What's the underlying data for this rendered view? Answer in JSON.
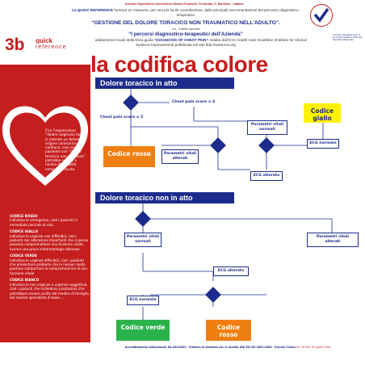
{
  "header": {
    "org": "Azienda Ospedaliera Universitaria Vittorio Emanuele, Ferrarotto, S. Bambino - Catania",
    "line1_brand": "La QUICK REFERENCE",
    "line1_text": "fornisce un riassunto, per una più facile consultazione, delle principali raccomandazioni del percorso diagnostico-terapeutico",
    "line2": "“GESTIONE DEL DOLORE TORACICO NON TRAUMATICO NELL’ADULTO”.",
    "line3": "4 n. 3 della raccolta",
    "line4": "“I percorsi diagnostico-terapeutici dell’Azienda”",
    "line5_a": "Esso costituisce l’adattamento locale della linea guida",
    "line5_b": "“DIAGNOSIS OF CHEST PAIN”",
    "line5_c": "redatta dall’ICSI Health Care Guideline (Institute for Clinical Systems Improvement) pubblicata nel sito http://www.icsi.org"
  },
  "logo": {
    "number": "3b",
    "quick": "quick",
    "reference": "reference"
  },
  "badge_note": "A tutela ospedaliera per le Sicurezza Sistema della rete Ospedale Regionale",
  "title": "la codifica colore",
  "heart_text": "Con l’espressione “dolore anginoso tipico” si intende un dolore di origine coronarica cardiaca, così come il paziente con “dolore toracico non anginoso” potrebbe essere a rischio di malattie coronarica acuta.",
  "codes": [
    {
      "title": "CODICE ROSSO",
      "text": "individua le emergenze, cioè i pazienti in immediato pericolo di vita"
    },
    {
      "title": "CODICE GIALLO",
      "text": "individua le urgenze non differibili, cioè i pazienti con alterazioni importanti che si pensa possano compromettere una funzione vitale, ovvero una grave sintomatologia dolorosa"
    },
    {
      "title": "CODICE VERDE",
      "text": "individua le urgenze differibili, cioè i pazienti che presentano problemi che in nessun modo possono comportare la compromissione di una funzione vitale"
    },
    {
      "title": "CODICE BIANCO",
      "text": "individua le non urgenze o urgenze soggettive, cioè i pazienti che richiedono prestazioni che potrebbero essere svolte dal medico di famiglia, dal medico specialista di base,..."
    }
  ],
  "flow1": {
    "section": "Dolore toracico in atto",
    "score_gt": "Chest pain score ≥ 5",
    "score_le": "Chest pain score ≤ 4",
    "pv_normali": "Parametri vitali normali",
    "pv_alterati": "Parametri vitali alterati",
    "ecg_normale": "ECG normale",
    "ecg_alterato": "ECG alterato",
    "codice_giallo": "Codice giallo",
    "codice_rosso": "Codice rosso"
  },
  "flow2": {
    "section": "Dolore toracico non in atto",
    "pv_normali": "Parametri vitali normali",
    "pv_alterati": "Parametri vitali alterati",
    "ecg_alterato": "ECG alterato",
    "ecg_normale": "ECG normale",
    "codice_verde": "Codice verde",
    "codice_rosso": "Codice rosso"
  },
  "footer": {
    "text": "Accreditamento istituzionale DA 890/2002 - Sistema di Gestione per la Qualità UNI EN ISO 9001:2000 - Rischio Clinico",
    "date": "Ed. 00 Rev. 00 aprile 2006"
  },
  "colors": {
    "red": "#c51e1e",
    "blue": "#1d2c8c",
    "orange": "#f07f12",
    "yellow": "#fff200",
    "green": "#2bb24c"
  }
}
